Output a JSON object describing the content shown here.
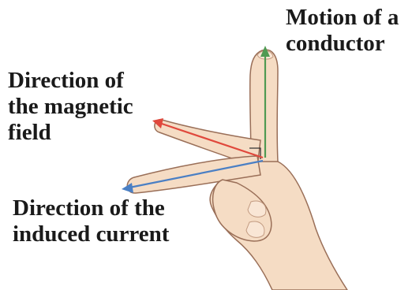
{
  "labels": {
    "motion": [
      "Motion of a",
      "conductor"
    ],
    "field": [
      "Direction of",
      "the magnetic",
      "field"
    ],
    "current": [
      "Direction of the",
      "induced current"
    ]
  },
  "colors": {
    "motion_arrow": "#4f9a52",
    "field_arrow": "#e0483c",
    "current_arrow": "#4a7fc4",
    "skin": "#f5dcc4",
    "skin_shade": "#e3b99a",
    "outline": "#9a6f58"
  },
  "icons": {
    "hand": "right-hand-illustration"
  }
}
